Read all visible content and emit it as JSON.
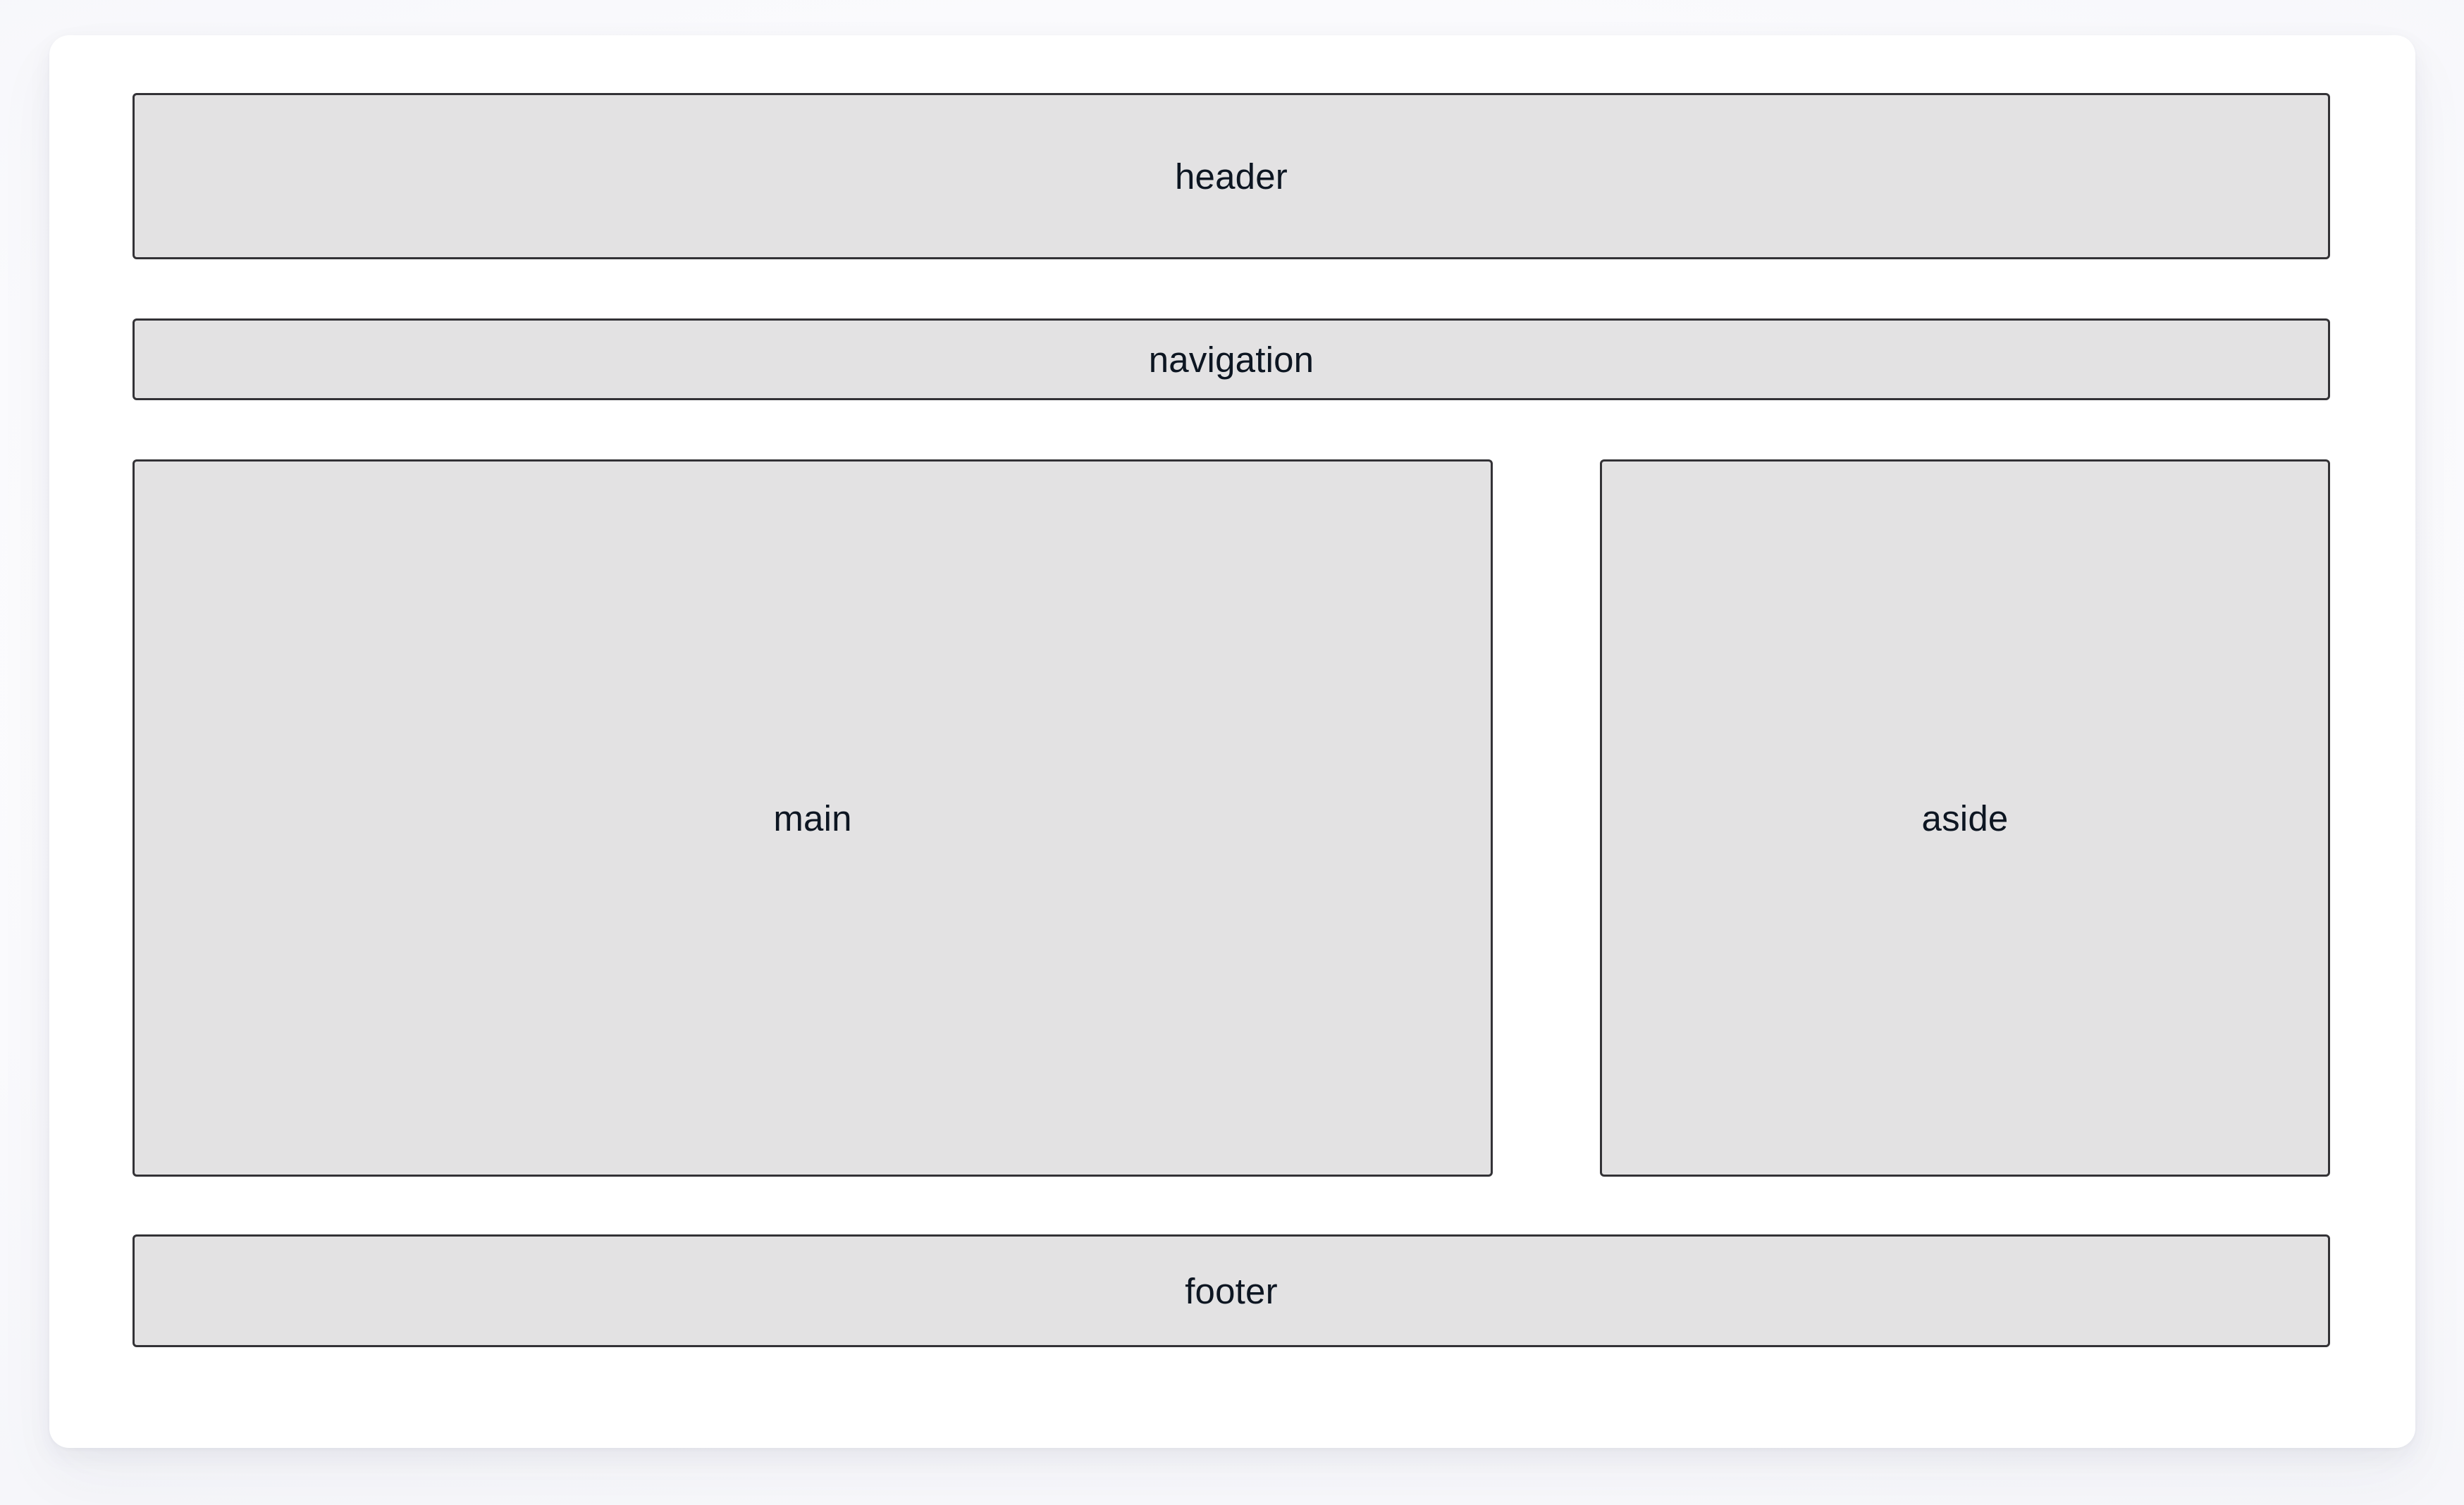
{
  "page": {
    "background_color": "#f4f4f8",
    "card_background_color": "#ffffff"
  },
  "diagram": {
    "type": "page-layout-wireframe",
    "box_fill_color": "#e3e2e3",
    "box_border_color": "#333236",
    "label_color": "#0d1622",
    "regions": [
      {
        "id": "header",
        "label": "header",
        "row": 1,
        "column_span": "full"
      },
      {
        "id": "navigation",
        "label": "navigation",
        "row": 2,
        "column_span": "full"
      },
      {
        "id": "main",
        "label": "main",
        "row": 3,
        "column_span": "left"
      },
      {
        "id": "aside",
        "label": "aside",
        "row": 3,
        "column_span": "right"
      },
      {
        "id": "footer",
        "label": "footer",
        "row": 4,
        "column_span": "full"
      }
    ]
  }
}
